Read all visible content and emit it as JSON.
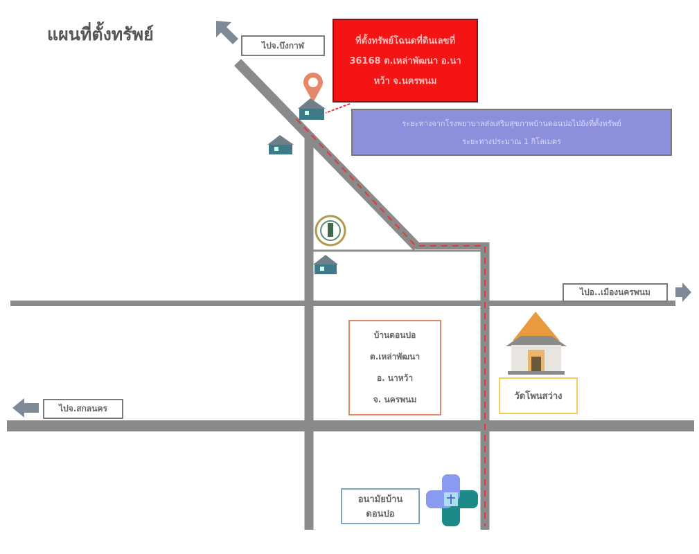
{
  "title": "แผนที่ตั้งทรัพย์",
  "directions": {
    "bueng_kan": "ไปจ.บึงกาฬ",
    "mueang_nakhon_phanom": "ไปอ..เมืองนครพนม",
    "sakon_nakhon": "ไปจ.สกลนคร"
  },
  "property_box": {
    "lines": [
      "ที่ตั้งทรัพย์โฉนดที่ดินเลขที่",
      "36168 ต.เหล่าพัฒนา อ.นา",
      "หว้า จ.นครพนม"
    ]
  },
  "distance_box": {
    "lines": [
      "ระยะทางจากโรงพยาบาลส่งเสริมสุขภาพบ้านดอนปอไปยังที่ตั้งทรัพย์",
      "ระยะทางประมาณ 1 กิโลเมตร"
    ]
  },
  "village_box": {
    "lines": [
      "บ้านดอนปอ",
      "ต.เหล่าพัฒนา",
      "อ. นาหว้า",
      "จ. นครพนม"
    ]
  },
  "temple_label": "วัดโพนสว่าง",
  "health_center": {
    "lines": [
      "อนามัยบ้าน",
      "ดอนปอ"
    ]
  },
  "colors": {
    "road": "#8a8a8a",
    "route": "#e8333a",
    "property_box": "#f41414",
    "distance_box": "#8b8fdc"
  }
}
